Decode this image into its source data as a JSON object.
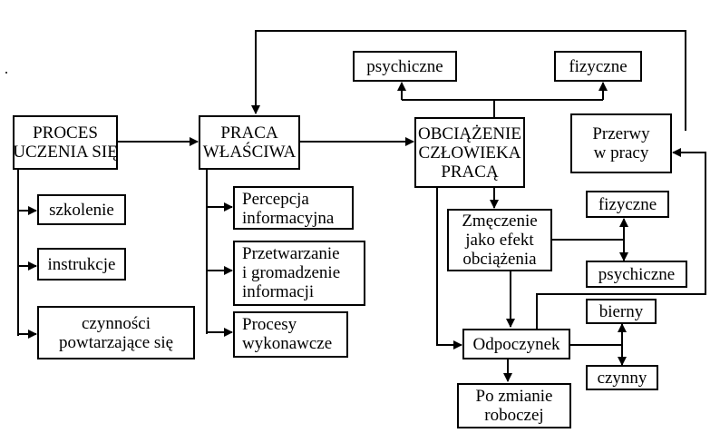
{
  "nodes": {
    "proces": [
      "PROCES",
      "UCZENIA SIĘ"
    ],
    "szkolenie": [
      "szkolenie"
    ],
    "instrukcje": [
      "instrukcje"
    ],
    "czynnosci": [
      "czynności",
      "powtarzające się"
    ],
    "praca": [
      "PRACA",
      "WŁAŚCIWA"
    ],
    "percepcja": [
      "Percepcja",
      "informacyjna"
    ],
    "przetwarzanie": [
      "Przetwarzanie",
      "i gromadzenie",
      "informacji"
    ],
    "procesy": [
      "Procesy",
      "wykonawcze"
    ],
    "obciazenie": [
      "OBCIĄŻENIE",
      "CZŁOWIEKA",
      "PRACĄ"
    ],
    "psychiczne_top": [
      "psychiczne"
    ],
    "fizyczne_top": [
      "fizyczne"
    ],
    "przerwy": [
      "Przerwy",
      "w pracy"
    ],
    "zmeczenie": [
      "Zmęczenie",
      "jako efekt",
      "obciążenia"
    ],
    "fizyczne_mid": [
      "fizyczne"
    ],
    "psychiczne_mid": [
      "psychiczne"
    ],
    "odpoczynek": [
      "Odpoczynek"
    ],
    "bierny": [
      "bierny"
    ],
    "czynny": [
      "czynny"
    ],
    "po_zmianie": [
      "Po zmianie",
      "roboczej"
    ]
  }
}
